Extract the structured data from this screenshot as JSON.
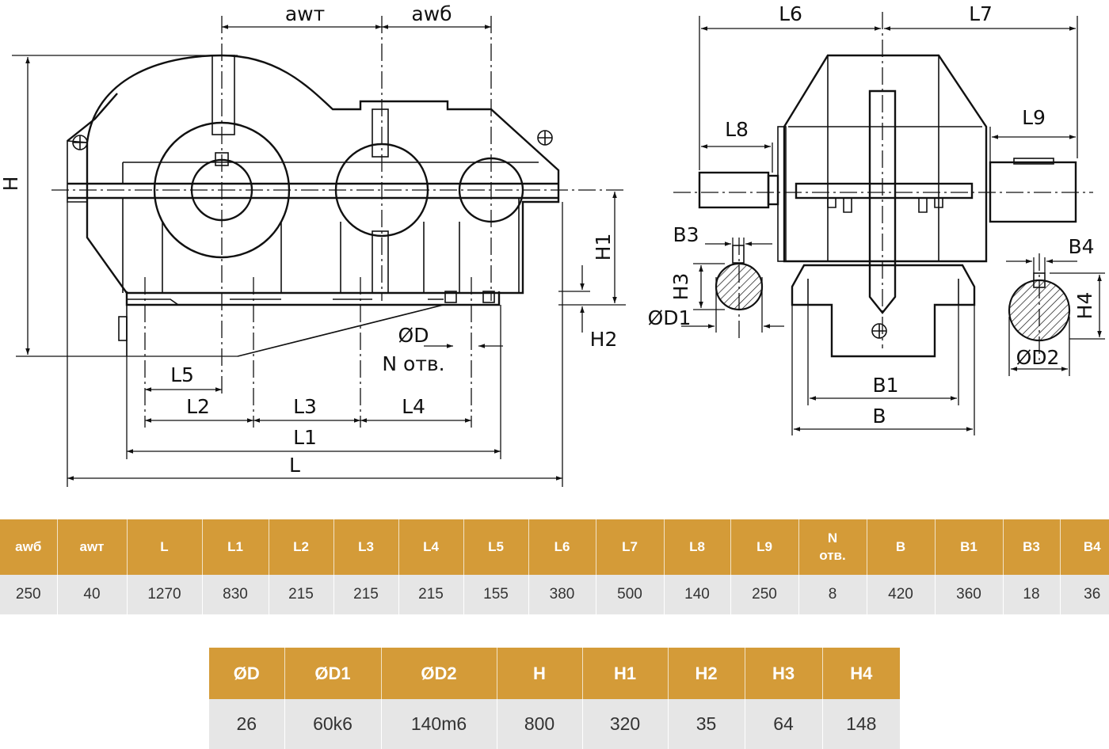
{
  "drawing_labels": {
    "awt": "awт",
    "awb": "awб",
    "H": "H",
    "H1": "H1",
    "H2": "H2",
    "L": "L",
    "L1": "L1",
    "L2": "L2",
    "L3": "L3",
    "L4": "L4",
    "L5": "L5",
    "D": "ØD",
    "N_holes": "N отв.",
    "L6": "L6",
    "L7": "L7",
    "L8": "L8",
    "L9": "L9",
    "B3": "B3",
    "H3": "H3",
    "D1": "ØD1",
    "B4": "B4",
    "H4": "H4",
    "D2": "ØD2",
    "B1": "B1",
    "B": "B"
  },
  "table1": {
    "headers": [
      "awб",
      "awт",
      "L",
      "L1",
      "L2",
      "L3",
      "L4",
      "L5",
      "L6",
      "L7",
      "L8",
      "L9",
      "N\nотв.",
      "B",
      "B1",
      "B3",
      "B4"
    ],
    "values": [
      "250",
      "40",
      "1270",
      "830",
      "215",
      "215",
      "215",
      "155",
      "380",
      "500",
      "140",
      "250",
      "8",
      "420",
      "360",
      "18",
      "36"
    ]
  },
  "table2": {
    "headers": [
      "ØD",
      "ØD1",
      "ØD2",
      "H",
      "H1",
      "H2",
      "H3",
      "H4"
    ],
    "values": [
      "26",
      "60k6",
      "140m6",
      "800",
      "320",
      "35",
      "64",
      "148"
    ]
  }
}
